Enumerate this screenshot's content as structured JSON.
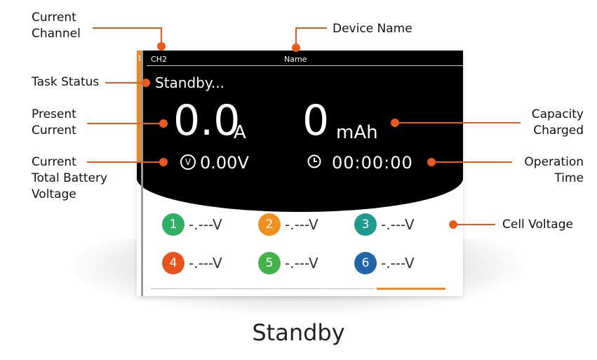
{
  "screen": {
    "channel_number": "1",
    "channel": "CH2",
    "device_name": "Name",
    "task_status": "Standby...",
    "current_value": "0.0",
    "current_unit": "A",
    "capacity_value": "0",
    "capacity_unit": "mAh",
    "voltage_icon_letter": "V",
    "voltage": "0.00V",
    "time": "00:00:00",
    "cells": [
      {
        "n": "1",
        "v": "-.---V",
        "color": "#2fae64"
      },
      {
        "n": "2",
        "v": "-.---V",
        "color": "#f0901e"
      },
      {
        "n": "3",
        "v": "-.---V",
        "color": "#1e9a8e"
      },
      {
        "n": "4",
        "v": "-.---V",
        "color": "#e8531e"
      },
      {
        "n": "5",
        "v": "-.---V",
        "color": "#44b24a"
      },
      {
        "n": "6",
        "v": "-.---V",
        "color": "#1f65a8"
      }
    ]
  },
  "annotations": {
    "current_channel": [
      "Current",
      "Channel"
    ],
    "device_name": "Device Name",
    "task_status": "Task Status",
    "present_current": [
      "Present",
      "Current"
    ],
    "total_voltage": [
      "Current",
      "Total Battery",
      "Voltage"
    ],
    "capacity_charged": [
      "Capacity",
      "Charged"
    ],
    "operation_time": [
      "Operation",
      "Time"
    ],
    "cell_voltage": "Cell Voltage"
  },
  "footer": "Standby",
  "colors": {
    "accent": "#e85a1e",
    "orange_bar": "#e88a25",
    "screen_bg": "#000000"
  }
}
